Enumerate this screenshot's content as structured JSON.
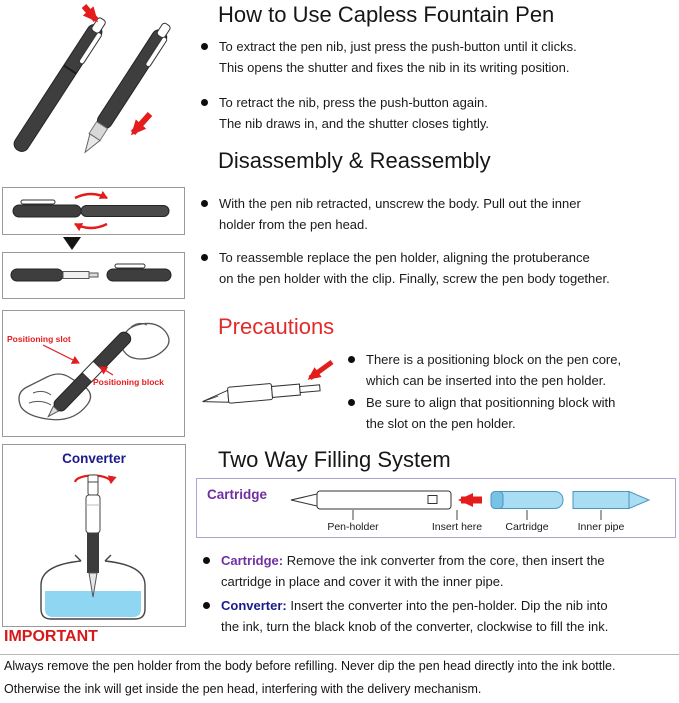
{
  "colors": {
    "accent_red": "#e51c1c",
    "heading_red": "#e02b2b",
    "purple": "#7030a0",
    "navy": "#1a1a8c",
    "cartridge_blue": "#a9ddf3",
    "ink_blue": "#8fd6f2"
  },
  "how_to_use": {
    "title": "How to Use Capless Fountain Pen",
    "bullets": [
      {
        "lines": [
          "To extract the pen nib, just press the push-button until it clicks.",
          "This opens the shutter and fixes the nib in its writing position."
        ]
      },
      {
        "lines": [
          "To retract the nib, press the push-button again.",
          "The nib draws in, and the shutter closes tightly."
        ]
      }
    ]
  },
  "disassembly": {
    "title": "Disassembly & Reassembly",
    "bullets": [
      {
        "lines": [
          "With the pen nib retracted, unscrew the body. Pull out the inner",
          "holder from the pen head."
        ]
      },
      {
        "lines": [
          "To reassemble replace the pen holder, aligning the protuberance",
          "on the pen holder with the clip. Finally, screw the pen body together."
        ]
      }
    ]
  },
  "precautions": {
    "title": "Precautions",
    "labels": {
      "slot": "Positioning slot",
      "block": "Positioning block"
    },
    "bullets": [
      {
        "lines": [
          "There is a positioning block on the pen core,",
          "which can be inserted into the pen holder."
        ]
      },
      {
        "lines": [
          "Be sure to align that positionning block with",
          "the slot on the pen holder."
        ]
      }
    ]
  },
  "two_way": {
    "title": "Two Way Filling System",
    "converter_box_label": "Converter",
    "diagram": {
      "cartridge_label": "Cartridge",
      "part_labels": [
        "Pen-holder",
        "Insert here",
        "Cartridge",
        "Inner pipe"
      ]
    },
    "bullets": [
      {
        "prefix": "Cartridge:",
        "lines": [
          " Remove the ink converter from the core, then insert the",
          "cartridge in place and cover it with the inner pipe."
        ]
      },
      {
        "prefix": "Converter:",
        "lines": [
          " Insert the converter into the pen-holder. Dip the nib into",
          "the ink, turn the black knob of the converter, clockwise to fill the ink."
        ]
      }
    ]
  },
  "important": {
    "title": "IMPORTANT",
    "lines": [
      "Always remove the pen holder from the body before refilling. Never dip the pen head directly into the ink bottle.",
      "Otherwise the ink will get inside the pen head, interfering with the delivery mechanism."
    ]
  }
}
